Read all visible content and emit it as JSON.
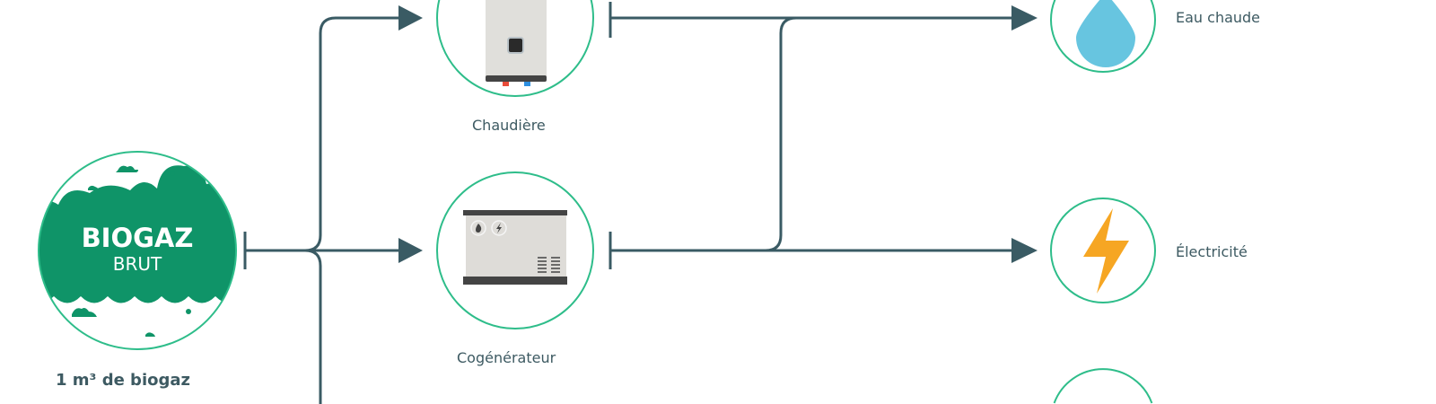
{
  "source": {
    "title": "BIOGAZ",
    "subtitle": "BRUT",
    "caption": "1 m³ de biogaz"
  },
  "processes": [
    {
      "label": "Chaudière"
    },
    {
      "label": "Cogénérateur"
    }
  ],
  "outputs": [
    {
      "label": "Eau chaude",
      "icon": "water-drop-icon"
    },
    {
      "label": "Électricité",
      "icon": "lightning-icon"
    }
  ],
  "colors": {
    "green": "#0f9468",
    "ring": "#2ebd8a",
    "line": "#3a5b64",
    "drop": "#67c5e0",
    "bolt": "#f6a623"
  }
}
